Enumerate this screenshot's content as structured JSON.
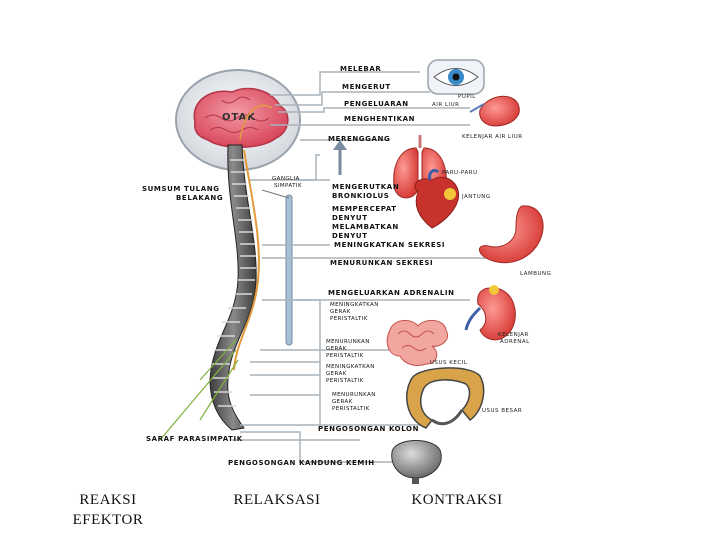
{
  "diagram": {
    "brain_label": "OTAK",
    "labels": {
      "melebar": "MELEBAR",
      "mengerut": "MENGERUT",
      "pupil": "PUPIL",
      "pengeluaran": "PENGELUARAN",
      "air_liur": "AIR LIUR",
      "menghentikan": "MENGHENTIKAN",
      "kelenjar_air_liur": "KELENJAR AIR LIUR",
      "meregang": "MERENGGANG",
      "paru": "PARU-PARU",
      "sumsum_1": "SUMSUM TULANG",
      "sumsum_2": "BELAKANG",
      "ganglia_1": "GANGLIA",
      "ganglia_2": "SIMPATIK",
      "mengerutkan_1": "MENGERUTKAN",
      "mengerutkan_2": "BRONKIOLUS",
      "jantung": "JANTUNG",
      "mempercepat_1": "MEMPERCEPAT",
      "mempercepat_2": "DENYUT",
      "melambatkan_1": "MELAMBATKAN",
      "melambatkan_2": "DENYUT",
      "meningkatkan_sekresi": "MENINGKATKAN SEKRESI",
      "menurunkan_sekresi": "MENURUNKAN SEKRESI",
      "lambung": "LAMBUNG",
      "adrenalin": "MENGELUARKAN ADRENALIN",
      "mg1_1": "MENINGKATKAN",
      "mg1_2": "GERAK",
      "mg1_3": "PERISTALTIK",
      "kelenjar_adrenal_1": "KELENJAR",
      "kelenjar_adrenal_2": "ADRENAL",
      "mg2_1": "MENURUNKAN",
      "mg2_2": "GERAK",
      "mg2_3": "PERISTALTIK",
      "usus_kecil": "USUS KECIL",
      "mg3_1": "MENINGKATKAN",
      "mg3_2": "GERAK",
      "mg3_3": "PERISTALTIK",
      "mg4_1": "MENURUNKAN",
      "mg4_2": "GERAK",
      "mg4_3": "PERISTALTIK",
      "usus_besar": "USUS BESAR",
      "saraf_parasimpatik": "SARAF PARASIMPATIK",
      "pengosongan_kolon": "PENGOSONGAN KOLON",
      "pengosongan_kandung": "PENGOSONGAN KANDUNG KEMIH"
    }
  },
  "captions": {
    "reaksi_line1": "REAKSI",
    "reaksi_line2": "EFEKTOR",
    "relaksasi": "RELAKSASI",
    "kontraksi": "KONTRAKSI"
  }
}
